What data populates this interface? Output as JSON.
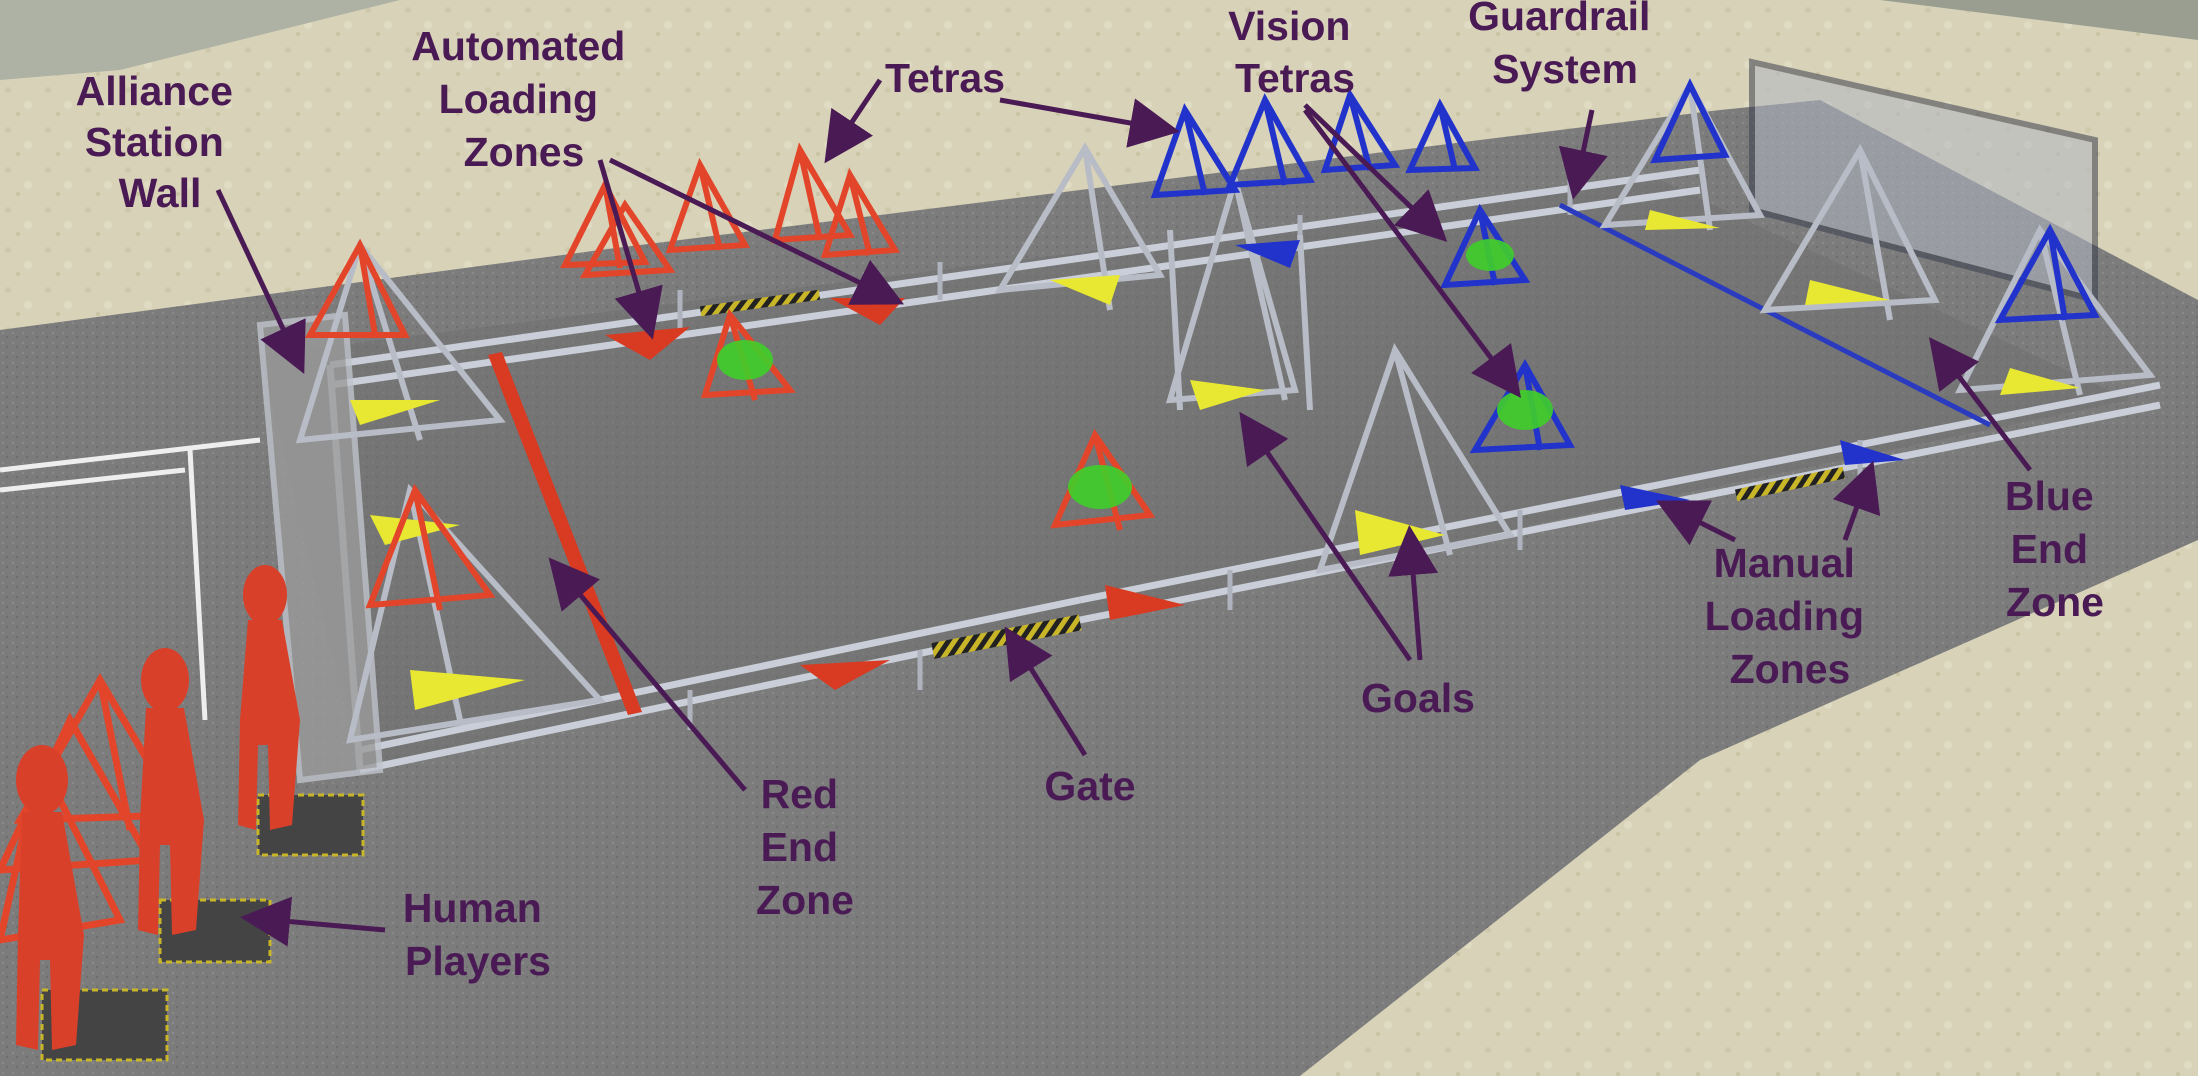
{
  "labels": {
    "alliance_station_wall": [
      "Alliance",
      "Station",
      "Wall"
    ],
    "automated_loading_zones": [
      "Automated",
      "Loading",
      "Zones"
    ],
    "tetras": [
      "Tetras"
    ],
    "vision_tetras": [
      "Vision",
      "Tetras"
    ],
    "guardrail_system": [
      "Guardrail",
      "System"
    ],
    "blue_end_zone": [
      "Blue",
      "End",
      "Zone"
    ],
    "manual_loading_zones": [
      "Manual",
      "Loading",
      "Zones"
    ],
    "goals": [
      "Goals"
    ],
    "gate": [
      "Gate"
    ],
    "red_end_zone": [
      "Red",
      "End",
      "Zone"
    ],
    "human_players": [
      "Human",
      "Players"
    ]
  },
  "colors": {
    "label_text": "#4a1a55",
    "arrow": "#4a1a55",
    "red_alliance": "#e2452a",
    "blue_alliance": "#2233cc",
    "goal_marker": "#e8e832",
    "vision_target": "#3fcf2a",
    "carpet": "#7c7c7c",
    "ground": "#d8d3b8"
  }
}
